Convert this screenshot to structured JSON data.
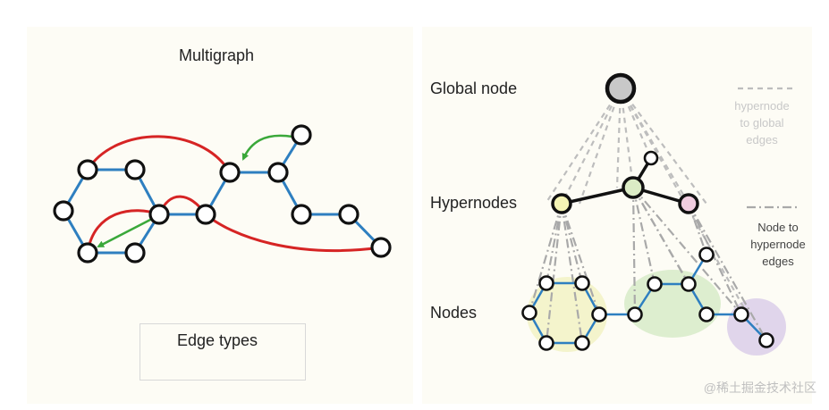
{
  "left": {
    "title": "Multigraph",
    "legend_title": "Edge types",
    "colors": {
      "blue": "#2e7fc0",
      "red": "#d62424",
      "green": "#3aa83a"
    }
  },
  "right": {
    "labels": {
      "global": "Global node",
      "hyper": "Hypernodes",
      "nodes": "Nodes"
    },
    "notes": {
      "global_edges": [
        "hypernode",
        "to global",
        "edges"
      ],
      "node_edges": [
        "Node to",
        "hypernode",
        "edges"
      ]
    },
    "hypernode_colors": [
      "#f4f3b4",
      "#dbecc5",
      "#f1cde0"
    ],
    "global_color": "#c8c8c8",
    "blob_colors": [
      "#f3f3c8",
      "#d9eccb",
      "#ddd0ea"
    ]
  },
  "watermark": "@稀土掘金技术社区"
}
